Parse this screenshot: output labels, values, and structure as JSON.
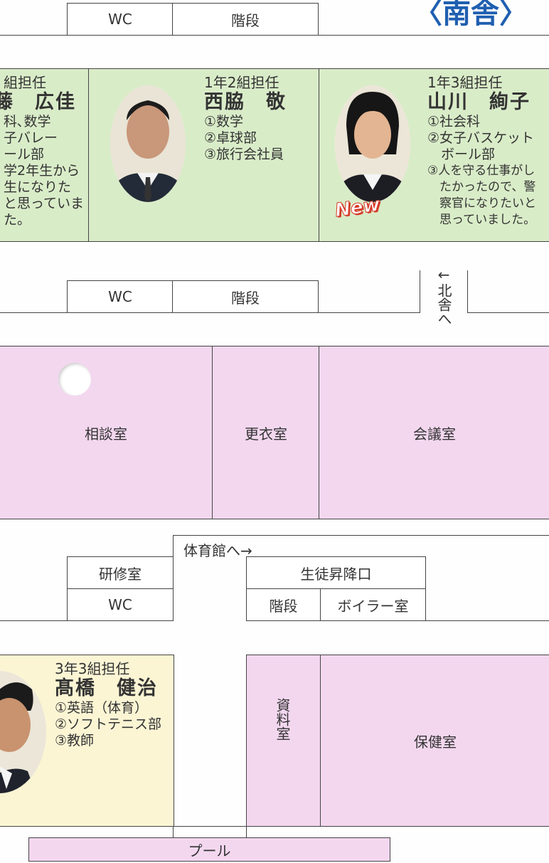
{
  "building_title": "〈南舎〉",
  "floor1": {
    "wc": "WC",
    "stairs": "階段"
  },
  "teachers": [
    {
      "role": "組担任",
      "name": "藤　広佳",
      "lines": [
        "科､数学",
        "子バレー",
        "ール部",
        "学2年生から",
        "生になりた",
        "と思っていま",
        "た。"
      ]
    },
    {
      "role": "1年2組担任",
      "name": "西脇　敬",
      "lines": [
        "①数学",
        "②卓球部",
        "③旅行会社員"
      ]
    },
    {
      "role": "1年3組担任",
      "name": "山川　絢子",
      "lines": [
        "①社会科",
        "②女子バスケット",
        "　ボール部",
        "③人を守る仕事がし",
        "　たかったので、警",
        "　察官になりたいと",
        "　思っていました。"
      ],
      "badge": "New"
    },
    {
      "role": "3年3組担任",
      "name": "髙橋　健治",
      "lines": [
        "①英語（体育）",
        "②ソフトテニス部",
        "③教師"
      ]
    }
  ],
  "floor2": {
    "wc": "WC",
    "stairs": "階段",
    "north_label": "←北舎へ"
  },
  "rooms_middle": {
    "consult": "相談室",
    "changing": "更衣室",
    "meeting": "会議室"
  },
  "floor3": {
    "gym_label": "体育館へ→",
    "training": "研修室",
    "wc": "WC",
    "entrance": "生徒昇降口",
    "stairs": "階段",
    "boiler": "ボイラー室"
  },
  "rooms_bottom": {
    "materials": "資料室",
    "health": "保健室",
    "pool": "プール"
  },
  "colors": {
    "green": "#d9ecc8",
    "pink": "#f3d7ef",
    "yellow": "#fbf5d4",
    "title_blue": "#1f5fb0",
    "badge_red": "#d63b2a"
  }
}
